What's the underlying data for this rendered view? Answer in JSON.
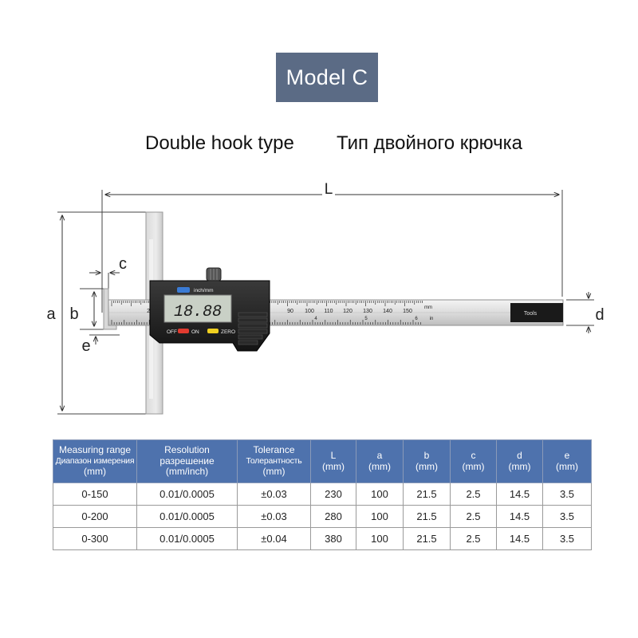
{
  "header": {
    "model_label": "Model C",
    "subtitle_en": "Double hook type",
    "subtitle_ru": "Тип двойного крючка"
  },
  "diagram": {
    "dimension_labels": {
      "L": "L",
      "a": "a",
      "b": "b",
      "c": "c",
      "d": "d",
      "e": "e"
    },
    "display_readout": "18.88",
    "mode_label": "inch/mm",
    "off_label": "OFF",
    "on_label": "ON",
    "zero_label": "ZERO",
    "brand_label": "Tools",
    "scale_unit_mm": "mm",
    "scale_unit_in": "in",
    "scale_mm_numbers": [
      "20",
      "90",
      "100",
      "110",
      "120",
      "130",
      "140",
      "150"
    ],
    "scale_in_numbers": [
      "4",
      "5",
      "6"
    ],
    "colors": {
      "model_box": "#5b6b85",
      "table_header": "#4e72ad",
      "mode_button": "#3a7bd5",
      "off_button": "#e03a2f",
      "zero_button": "#f0d020",
      "lcd": "#c9d0c6"
    }
  },
  "table": {
    "headers": [
      {
        "lines": [
          "Measuring range",
          "Диапазон измерения",
          "(mm)"
        ]
      },
      {
        "lines": [
          "Resolution",
          "разрешение",
          "(mm/inch)"
        ]
      },
      {
        "lines": [
          "Tolerance",
          "Толерантность",
          "(mm)"
        ]
      },
      {
        "lines": [
          "L",
          "(mm)"
        ]
      },
      {
        "lines": [
          "a",
          "(mm)"
        ]
      },
      {
        "lines": [
          "b",
          "(mm)"
        ]
      },
      {
        "lines": [
          "c",
          "(mm)"
        ]
      },
      {
        "lines": [
          "d",
          "(mm)"
        ]
      },
      {
        "lines": [
          "e",
          "(mm)"
        ]
      }
    ],
    "rows": [
      [
        "0-150",
        "0.01/0.0005",
        "±0.03",
        "230",
        "100",
        "21.5",
        "2.5",
        "14.5",
        "3.5"
      ],
      [
        "0-200",
        "0.01/0.0005",
        "±0.03",
        "280",
        "100",
        "21.5",
        "2.5",
        "14.5",
        "3.5"
      ],
      [
        "0-300",
        "0.01/0.0005",
        "±0.04",
        "380",
        "100",
        "21.5",
        "2.5",
        "14.5",
        "3.5"
      ]
    ]
  }
}
